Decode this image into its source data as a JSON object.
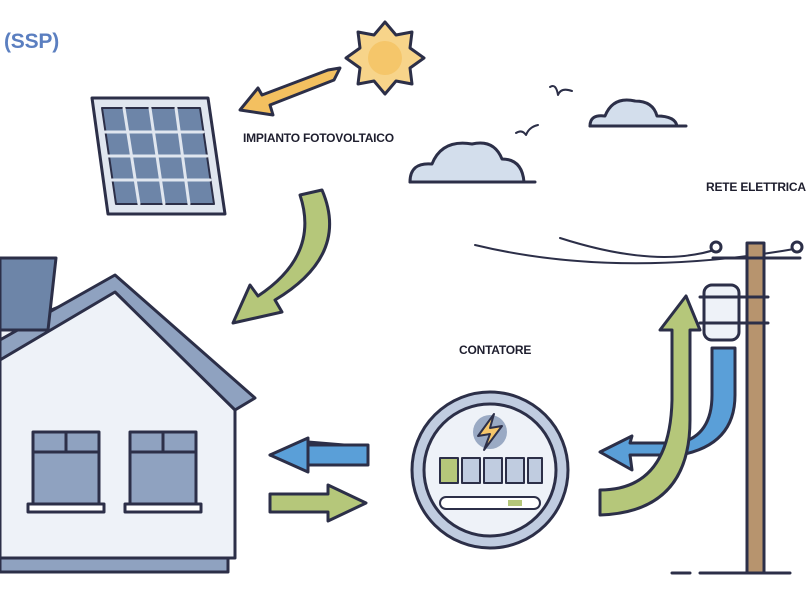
{
  "title_fragment": "(SSP)",
  "labels": {
    "pv": "IMPIANTO FOTOVOLTAICO",
    "grid": "RETE ELETTRICA",
    "meter": "CONTATORE"
  },
  "colors": {
    "title": "#5b7fc0",
    "green_arrow": "#b5c77a",
    "blue_arrow": "#5a9fd8",
    "sun": "#f5c66a",
    "house": "#dfe6f2",
    "outline": "#2c2f48"
  }
}
